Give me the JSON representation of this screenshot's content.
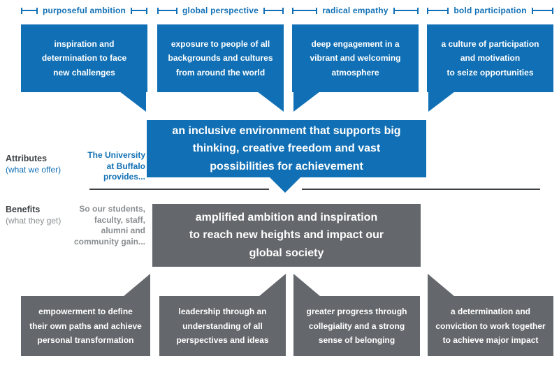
{
  "palette": {
    "blue": "#1170b5",
    "gray": "#64686c",
    "dark": "#3f4245",
    "muted": "#8b8e91"
  },
  "pillars": [
    {
      "header": "purposeful ambition",
      "attribute": "inspiration and\ndetermination to face\nnew challenges",
      "benefit": "empowerment to define\ntheir own paths and achieve\npersonal transformation"
    },
    {
      "header": "global perspective",
      "attribute": "exposure to people of all\nbackgrounds and cultures\nfrom around the world",
      "benefit": "leadership through an\nunderstanding of all\nperspectives and ideas"
    },
    {
      "header": "radical empathy",
      "attribute": "deep engagement in a\nvibrant and welcoming\natmosphere",
      "benefit": "greater progress through\ncollegiality and a strong\nsense of belonging"
    },
    {
      "header": "bold participation",
      "attribute": "a culture of participation\nand motivation\nto seize opportunities",
      "benefit": "a determination and\nconviction to work together\nto achieve major impact"
    }
  ],
  "center": {
    "attribute_summary": "an inclusive environment that supports big\nthinking, creative freedom and vast\npossibilities for achievement",
    "benefit_summary": "amplified ambition and inspiration\nto reach new heights and impact our\nglobal society"
  },
  "left_labels": {
    "attributes_title": "Attributes",
    "attributes_sub": "(what we offer)",
    "attributes_lead": "The University\nat Buffalo\nprovides...",
    "benefits_title": "Benefits",
    "benefits_sub": "(what they get)",
    "benefits_lead": "So our students,\nfaculty, staff,\nalumni and\ncommunity gain..."
  }
}
